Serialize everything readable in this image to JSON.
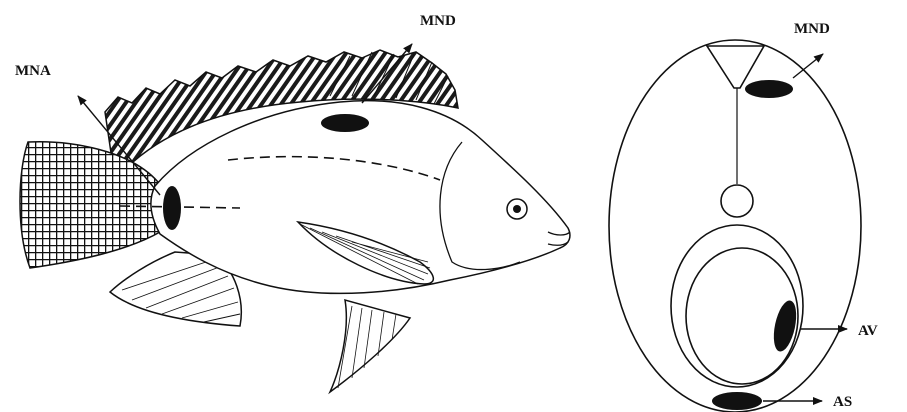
{
  "labels": {
    "mna": "MNA",
    "mnd_fish": "MND",
    "mnd_section": "MND",
    "av": "AV",
    "as": "AS"
  },
  "colors": {
    "ink": "#111111",
    "background": "#ffffff"
  }
}
